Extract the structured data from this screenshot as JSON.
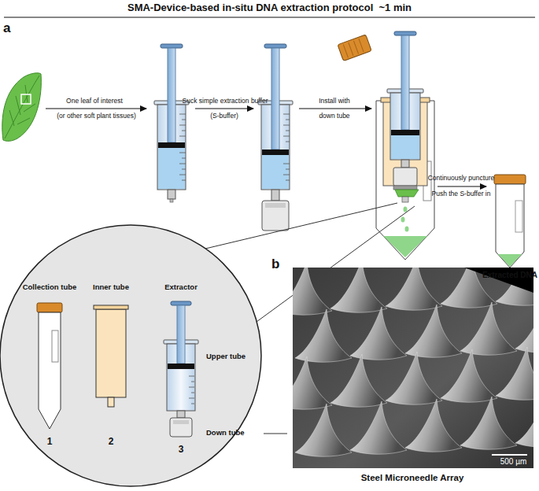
{
  "diagram": {
    "title": "SMA-Device-based in-situ DNA extraction protocol  ~1 min",
    "nodes": [
      {
        "text": [
          "Extracted DNA"
        ]
      },
      {
        "text": [
          "Collection tube",
          "1"
        ]
      },
      {
        "text": [
          "Inner tube",
          "2"
        ]
      },
      {
        "text": [
          "Extractor",
          "Upper tube",
          "Down tube",
          "3"
        ]
      },
      {
        "text": [
          "500 µm",
          "Steel Microneedle Array"
        ]
      }
    ],
    "edges": [
      {
        "from": 3,
        "to": 4,
        "arrow": "none"
      }
    ],
    "labels": [
      "a",
      "One leaf of interest",
      "(or other soft plant tissues)",
      "Suck simple extraction buffer",
      "(S-buffer)",
      "Install with",
      "down tube",
      "Continuously puncture",
      "Push the S-buffer in",
      "b"
    ]
  }
}
